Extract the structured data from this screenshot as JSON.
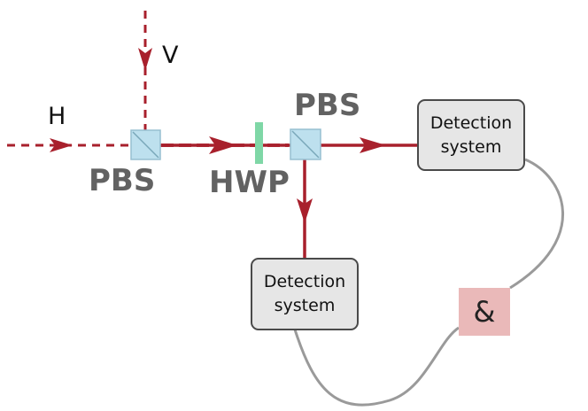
{
  "colors": {
    "beam": "#a8202c",
    "splitter": "#bde0ee",
    "waveplate": "#7fd7a6",
    "detector_fill": "#e6e6e6",
    "and_gate": "#eab9b9",
    "cable": "#9a9a9a",
    "component_label": "#626262"
  },
  "inputs": {
    "horizontal_label": "H",
    "vertical_label": "V"
  },
  "components": {
    "pbs1_label": "PBS",
    "hwp_label": "HWP",
    "pbs2_label": "PBS"
  },
  "detectors": {
    "top_right": {
      "line1": "Detection",
      "line2": "system"
    },
    "bottom": {
      "line1": "Detection",
      "line2": "system"
    }
  },
  "coincidence": {
    "symbol": "&"
  }
}
